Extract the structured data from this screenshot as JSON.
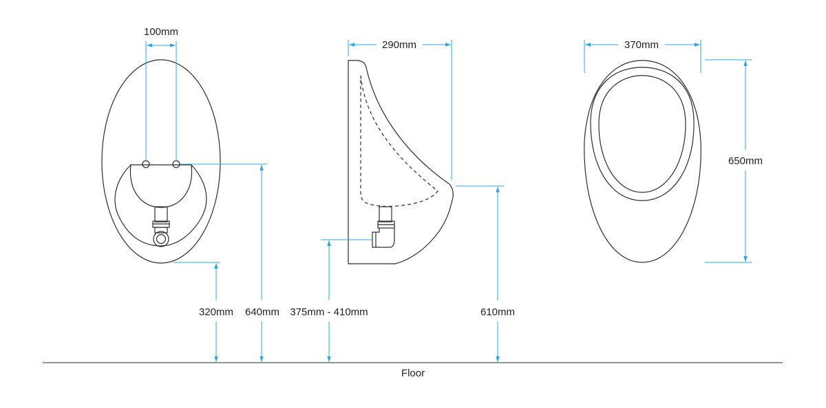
{
  "colors": {
    "dimension": "#29a8e0",
    "outline": "#2b2b2b",
    "floor": "#555555",
    "text": "#222222"
  },
  "labels": {
    "floor": "Floor",
    "front_hole_spacing": "100mm",
    "front_bottom_height": "320mm",
    "front_hole_height": "640mm",
    "side_depth": "290mm",
    "side_waste_height": "375mm - 410mm",
    "side_lip_height": "610mm",
    "top_width": "370mm",
    "top_height": "650mm"
  }
}
